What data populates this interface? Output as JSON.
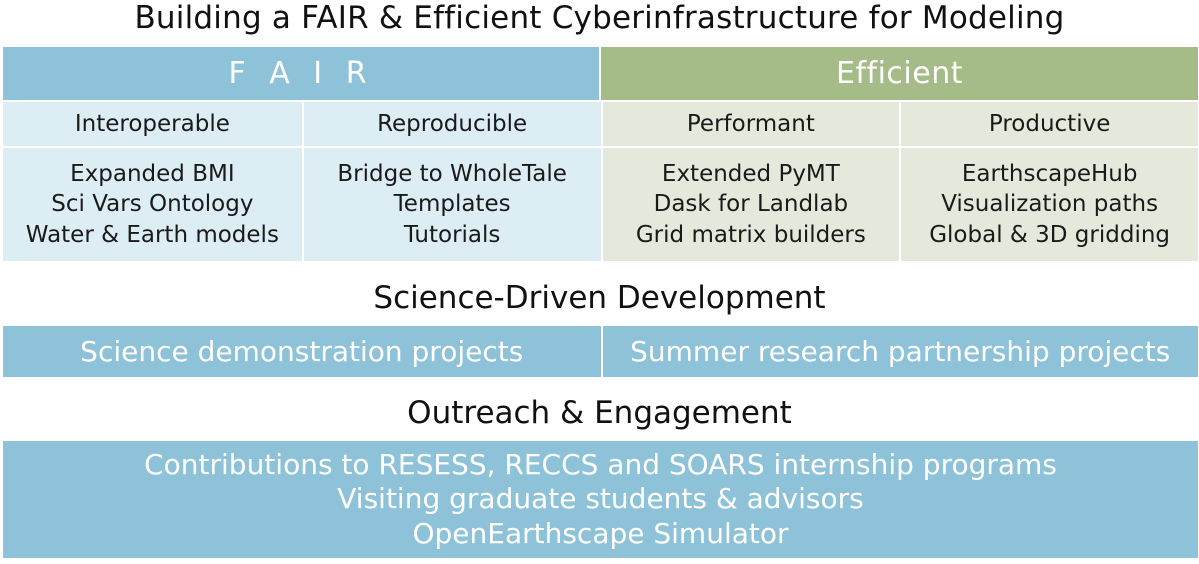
{
  "title": "Building a FAIR & Efficient Cyberinfrastructure for Modeling",
  "fair": {
    "label": "F A I R",
    "columns": [
      {
        "heading": "Interoperable",
        "items": [
          "Expanded BMI",
          "Sci Vars Ontology",
          "Water & Earth models"
        ]
      },
      {
        "heading": "Reproducible",
        "items": [
          "Bridge to WholeTale",
          "Templates",
          "Tutorials"
        ]
      }
    ]
  },
  "efficient": {
    "label": "Efficient",
    "columns": [
      {
        "heading": "Performant",
        "items": [
          "Extended PyMT",
          "Dask for Landlab",
          "Grid matrix builders"
        ]
      },
      {
        "heading": "Productive",
        "items": [
          "EarthscapeHub",
          "Visualization paths",
          "Global & 3D gridding"
        ]
      }
    ]
  },
  "science": {
    "title": "Science-Driven Development",
    "items": [
      "Science demonstration projects",
      "Summer research partnership projects"
    ]
  },
  "outreach": {
    "title": "Outreach & Engagement",
    "items": [
      "Contributions to RESESS, RECCS and SOARS internship programs",
      "Visiting graduate students & advisors",
      "OpenEarthscape Simulator"
    ]
  },
  "colors": {
    "fair_blue": "#8dc2d9",
    "fair_light": "#dcedf4",
    "efficient_green": "#a5bc88",
    "efficient_light": "#e5e9dc"
  }
}
